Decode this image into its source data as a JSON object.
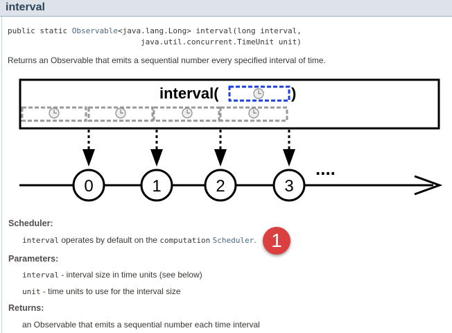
{
  "header": {
    "title": "interval"
  },
  "signature": {
    "prefix": "public static ",
    "return_type": "Observable",
    "generic": "<java.lang.Long> interval(long interval,",
    "line2": "                             java.util.concurrent.TimeUnit unit)"
  },
  "description": "Returns an Observable that emits a sequential number every specified interval of time.",
  "diagram": {
    "title": "interval(",
    "close": ")",
    "emissions": [
      "0",
      "1",
      "2",
      "3"
    ],
    "ellipsis": "...."
  },
  "scheduler": {
    "heading": "Scheduler:",
    "code1": "interval",
    "text1": " operates by default on the ",
    "code2": "computation",
    "link": "Scheduler",
    "end": "."
  },
  "badge": "1",
  "parameters": {
    "heading": "Parameters:",
    "items": [
      {
        "name": "interval",
        "desc": " - interval size in time units (see below)"
      },
      {
        "name": "unit",
        "desc": " - time units to use for the interval size"
      }
    ]
  },
  "returns": {
    "heading": "Returns:",
    "text": "an Observable that emits a sequential number each time interval"
  }
}
